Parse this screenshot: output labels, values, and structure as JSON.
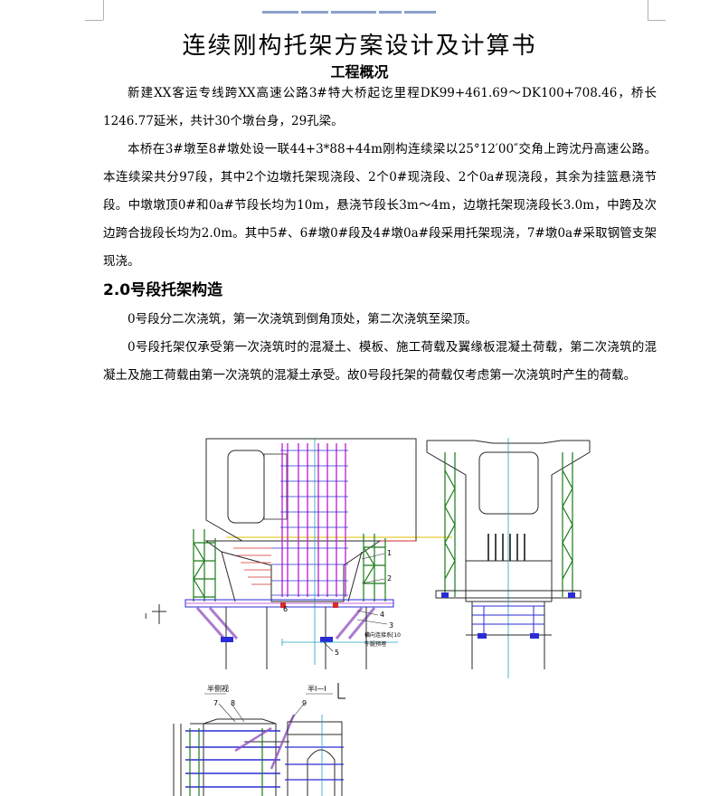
{
  "document": {
    "title": "连续刚构托架方案设计及计算书",
    "section1_heading": "工程概况",
    "paragraphs_section1": [
      "新建XX客运专线跨XX高速公路3#特大桥起讫里程DK99+461.69～DK100+708.46，桥长1246.77延米，共计30个墩台身，29孔梁。",
      "本桥在3#墩至8#墩处设一联44+3*88+44m刚构连续梁以25°12′00″交角上跨沈丹高速公路。本连续梁共分97段，其中2个边墩托架现浇段、2个0#现浇段、2个0a#现浇段，其余为挂篮悬浇节段。中墩墩顶0#和0a#节段长均为10m，悬浇节段长3m～4m，边墩托架现浇段长3.0m，中跨及次边跨合拢段长均为2.0m。其中5#、6#墩0#段及4#墩0a#段采用托架现浇，7#墩0a#采取钢管支架现浇。"
    ],
    "section2_heading": "2.0号段托架构造",
    "paragraphs_section2": [
      "0号段分二次浇筑，第一次浇筑到倒角顶处，第二次浇筑至梁顶。",
      "0号段托架仅承受第一次浇筑时的混凝土、模板、施工荷载及翼缘板混凝土荷载，第二次浇筑的混凝土及施工荷载由第一次浇筑的混凝土承受。故0号段托架的荷载仅考虑第一次浇筑时产生的荷载。"
    ]
  },
  "drawing": {
    "callouts": [
      "1",
      "2",
      "3",
      "4",
      "5",
      "6",
      "7",
      "8",
      "9"
    ],
    "section_mark": "I",
    "note_text": "横向连接系[10",
    "note_text2": "牛腿预埋",
    "view_label_left": "半侧视",
    "view_label_right": "半I—I"
  },
  "colors": {
    "outline": "#2a2a2a",
    "steel_blue": "#2b2bd6",
    "formwork_magenta": "#c22bd6",
    "support_green": "#1a7a1a",
    "section_red": "#d62b2b",
    "guide_yellow": "#e0c000",
    "center_cyan": "#20a0c0",
    "brace_purple": "#9050c0"
  }
}
